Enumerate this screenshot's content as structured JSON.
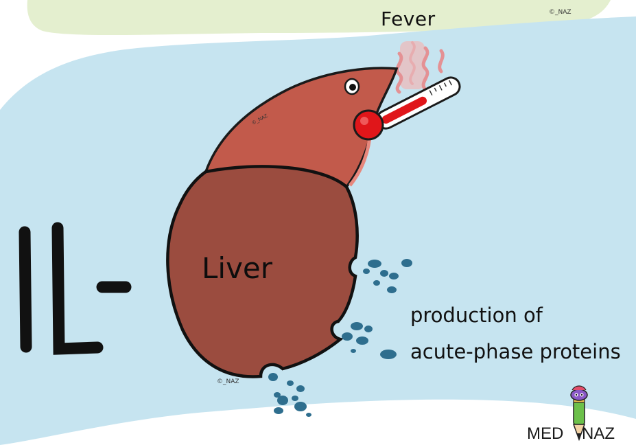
{
  "labels": {
    "fever": "Fever",
    "organ": "Liver",
    "production_line1": "production of",
    "production_line2": "acute-phase proteins",
    "cytokine_prefix": "IL-"
  },
  "branding": {
    "med": "MED",
    "naz": "NAZ",
    "copyright": "©_NAZ"
  },
  "icons": {
    "thermometer": "thermometer-icon",
    "heat_waves": "heat-waves-icon",
    "mascot": "pencil-mascot-icon"
  },
  "colors": {
    "background_blue": "#c6e4f0",
    "background_green": "#e4efcf",
    "liver_lower": "#9b4c3f",
    "liver_upper": "#c25a4b",
    "protein_blue": "#2e6e8e",
    "thermometer_red": "#e0161a",
    "heat_pink": "#f08a8a"
  }
}
